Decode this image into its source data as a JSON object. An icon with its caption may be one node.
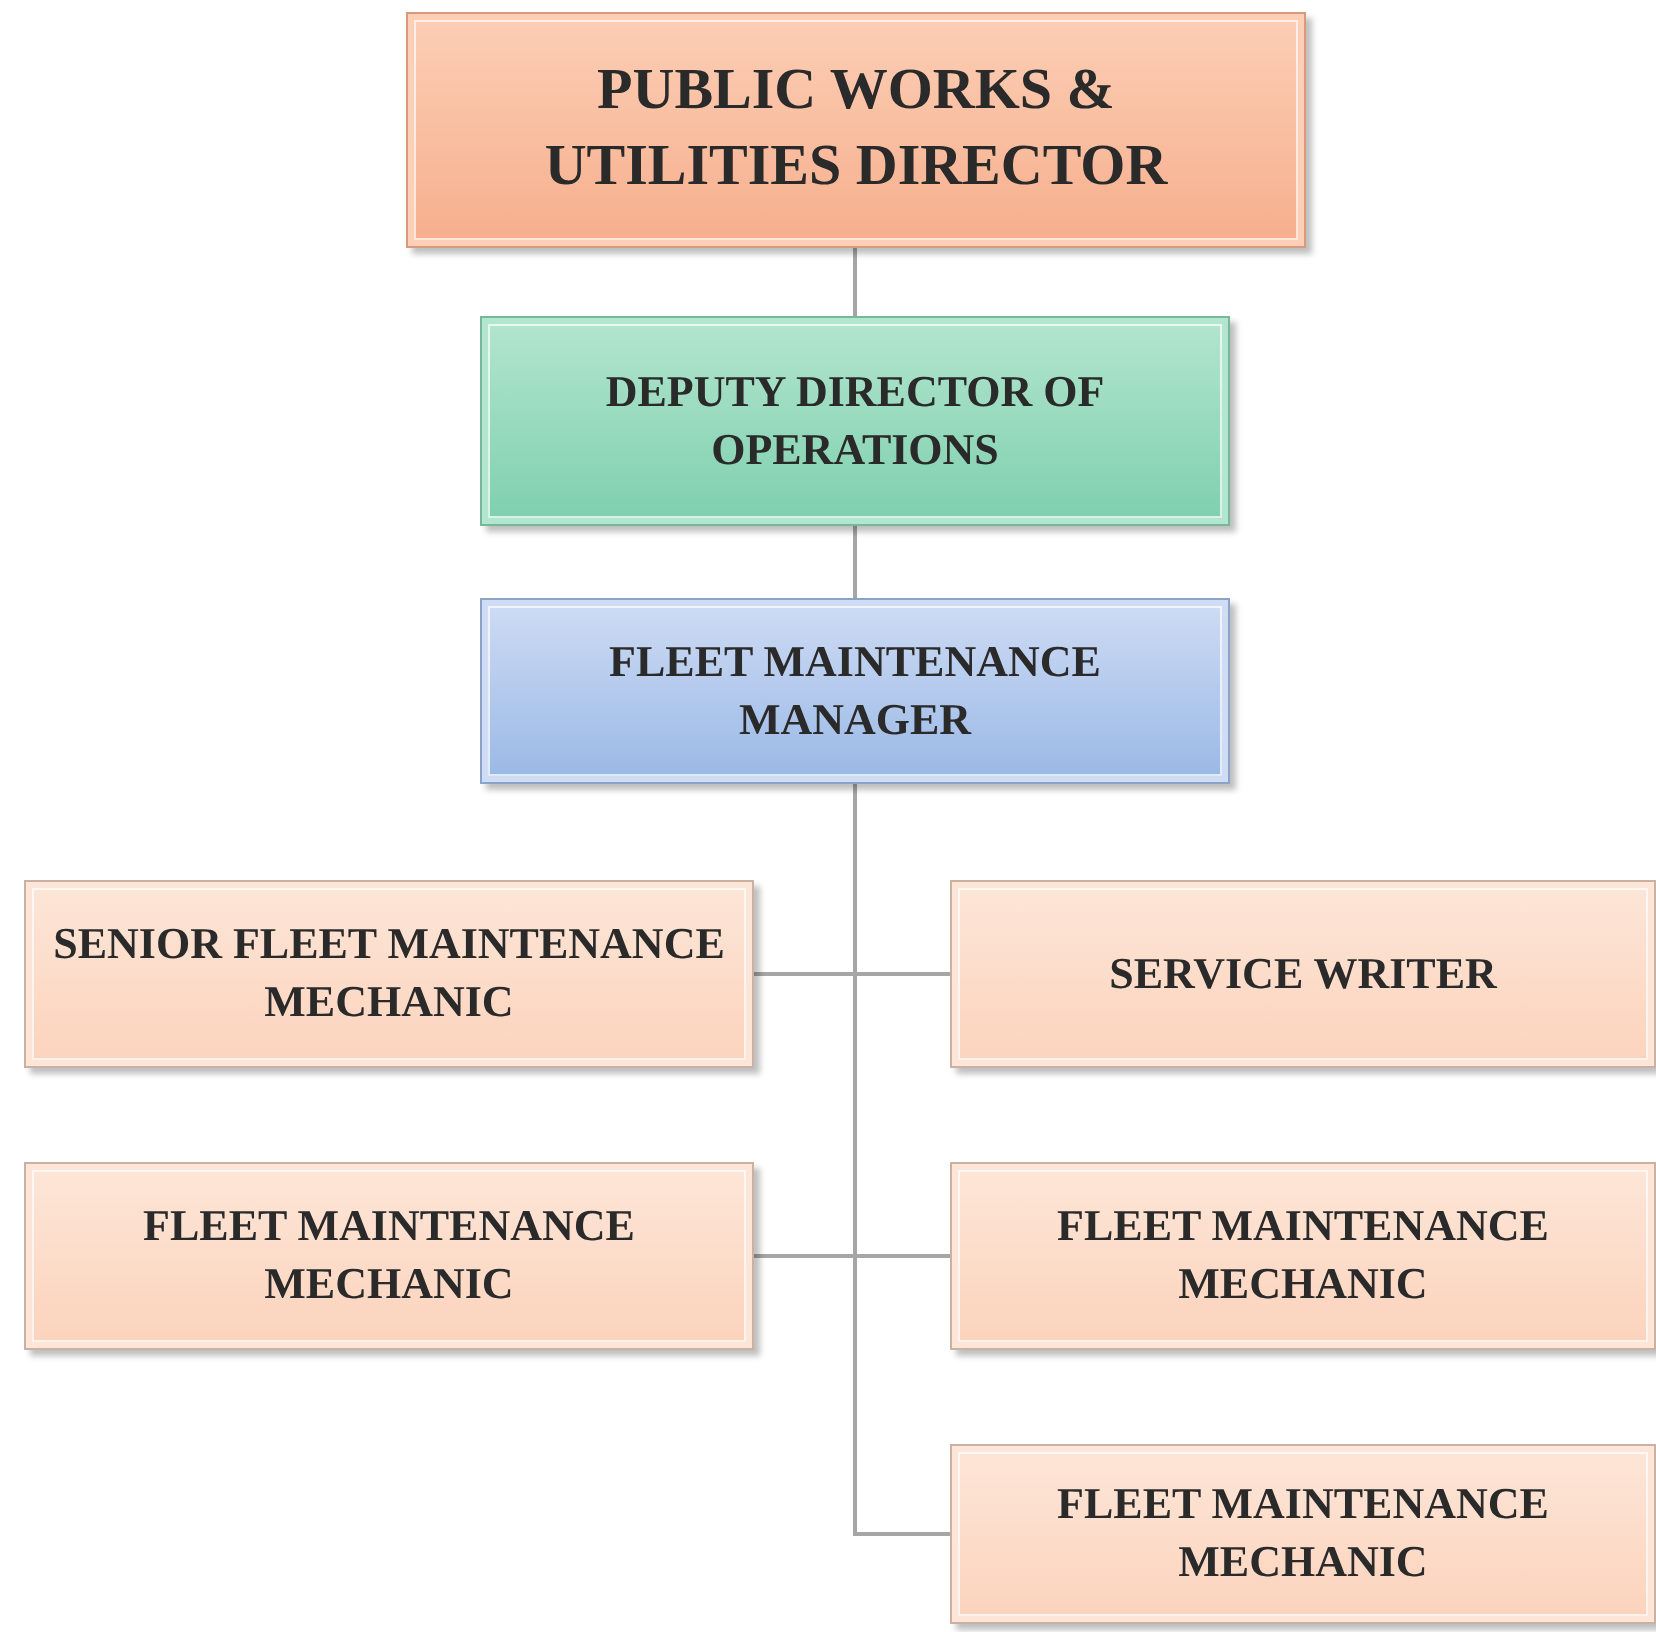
{
  "diagram": {
    "nodes": [
      {
        "text": [
          "PUBLIC WORKS & UTILITIES DIRECTOR"
        ]
      },
      {
        "text": [
          "DEPUTY DIRECTOR OF OPERATIONS"
        ]
      },
      {
        "text": [
          "FLEET MAINTENANCE MANAGER"
        ]
      },
      {
        "text": [
          "SENIOR FLEET MAINTENANCE MECHANIC"
        ]
      },
      {
        "text": [
          "SERVICE WRITER"
        ]
      },
      {
        "text": [
          "FLEET MAINTENANCE MECHANIC"
        ]
      },
      {
        "text": [
          "FLEET MAINTENANCE MECHANIC"
        ]
      },
      {
        "text": [
          "FLEET MAINTENANCE MECHANIC"
        ]
      }
    ],
    "edges": [
      {
        "from": 0,
        "to": 1,
        "arrow": "none"
      },
      {
        "from": 1,
        "to": 2,
        "arrow": "none"
      },
      {
        "from": 2,
        "to": 3,
        "arrow": "none"
      },
      {
        "from": 2,
        "to": 4,
        "arrow": "none"
      },
      {
        "from": 2,
        "to": 5,
        "arrow": "none"
      },
      {
        "from": 2,
        "to": 6,
        "arrow": "none"
      },
      {
        "from": 2,
        "to": 7,
        "arrow": "none"
      }
    ]
  }
}
